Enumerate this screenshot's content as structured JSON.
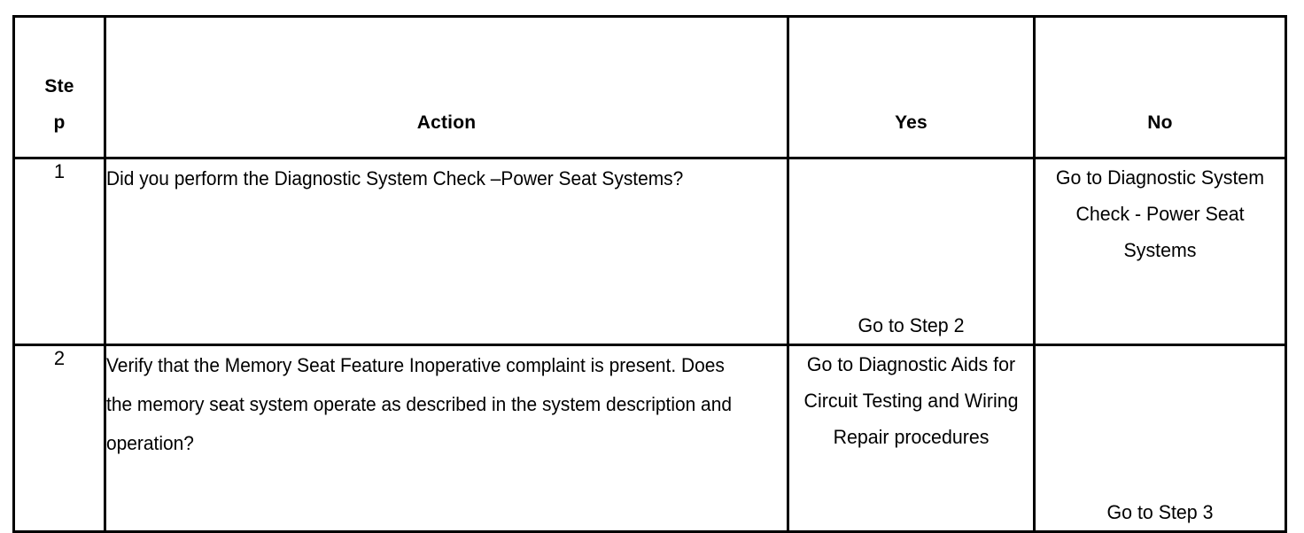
{
  "table": {
    "columns": [
      {
        "key": "step",
        "label": "Step",
        "label_wrapped": "Step",
        "align": "center"
      },
      {
        "key": "action",
        "label": "Action",
        "align": "center"
      },
      {
        "key": "yes",
        "label": "Yes",
        "align": "center"
      },
      {
        "key": "no",
        "label": "No",
        "align": "center"
      }
    ],
    "rows": [
      {
        "step": "1",
        "action": "Did you perform the Diagnostic System Check –Power Seat Systems?",
        "yes": "Go to Step 2",
        "yes_valign": "bottom",
        "no": "Go to Diagnostic System Check - Power Seat Systems",
        "no_valign": "top"
      },
      {
        "step": "2",
        "action": "Verify that the Memory Seat Feature Inoperative complaint is present. Does the memory seat system operate as described in the system description and operation?",
        "yes": "Go to Diagnostic Aids for Circuit Testing and Wiring Repair procedures",
        "yes_valign": "top",
        "no": "Go to Step 3",
        "no_valign": "bottom"
      }
    ]
  },
  "style": {
    "border_color": "#000000",
    "text_color": "#000000",
    "background": "#ffffff"
  }
}
